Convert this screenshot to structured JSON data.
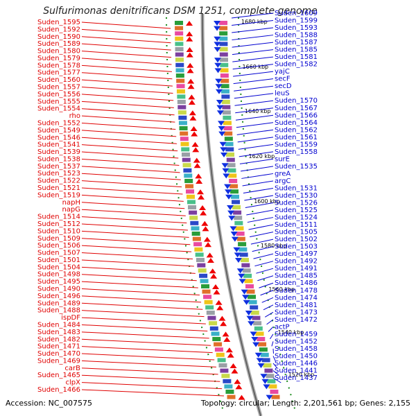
{
  "title": "Sulfurimonas denitrificans DSM 1251, complete genome",
  "footer": {
    "accession": "Accession: NC_007575",
    "summary": "Topology: circular; Length: 2,201,561 bp; Genes: 2,155"
  },
  "colors": {
    "left_label": "#e00000",
    "right_label": "#0000d0",
    "backbone": "#888888"
  },
  "kbp_marks": [
    "1680 kbp",
    "1660 kbp",
    "1640 kbp",
    "1620 kbp",
    "1600 kbp",
    "1580 kbp",
    "1560 kbp",
    "1540 kbp",
    "1520 kbp"
  ],
  "left_labels": [
    "Suden_1595",
    "Suden_1592",
    "Suden_1590",
    "Suden_1589",
    "Suden_1580",
    "Suden_1579",
    "Suden_1578",
    "Suden_1577",
    "Suden_1560",
    "Suden_1557",
    "Suden_1556",
    "Suden_1555",
    "Suden_1554",
    "rho",
    "Suden_1552",
    "Suden_1549",
    "Suden_1546",
    "Suden_1541",
    "Suden_1539",
    "Suden_1538",
    "Suden_1537",
    "Suden_1523",
    "Suden_1522",
    "Suden_1521",
    "Suden_1519",
    "napH",
    "napG",
    "Suden_1514",
    "Suden_1512",
    "Suden_1510",
    "Suden_1509",
    "Suden_1506",
    "Suden_1507",
    "Suden_1501",
    "Suden_1504",
    "Suden_1498",
    "Suden_1495",
    "Suden_1490",
    "Suden_1496",
    "Suden_1489",
    "Suden_1488",
    "ispDF",
    "Suden_1484",
    "Suden_1483",
    "Suden_1482",
    "Suden_1471",
    "Suden_1470",
    "Suden_1469",
    "carB",
    "Suden_1465",
    "clpX",
    "Suden_1466"
  ],
  "right_labels": [
    "Suden_1609",
    "Suden_1599",
    "Suden_1593",
    "Suden_1588",
    "Suden_1587",
    "Suden_1585",
    "Suden_1581",
    "Suden_1582",
    "yajC",
    "secF",
    "secD",
    "leuS",
    "Suden_1570",
    "Suden_1567",
    "Suden_1566",
    "Suden_1564",
    "Suden_1562",
    "Suden_1561",
    "Suden_1559",
    "Suden_1558",
    "surE",
    "Suden_1535",
    "greA",
    "argC",
    "Suden_1531",
    "Suden_1530",
    "Suden_1526",
    "Suden_1525",
    "Suden_1524",
    "Suden_1511",
    "Suden_1505",
    "Suden_1502",
    "Suden_1503",
    "Suden_1497",
    "Suden_1492",
    "Suden_1491",
    "Suden_1485",
    "Suden_1486",
    "Suden_1478",
    "Suden_1474",
    "Suden_1481",
    "Suden_1473",
    "Suden_1472",
    "actP",
    "Suden_1459",
    "Suden_1452",
    "Suden_1458",
    "Suden_1450",
    "Suden_1446",
    "Suden_1441",
    "Suden_1437"
  ]
}
